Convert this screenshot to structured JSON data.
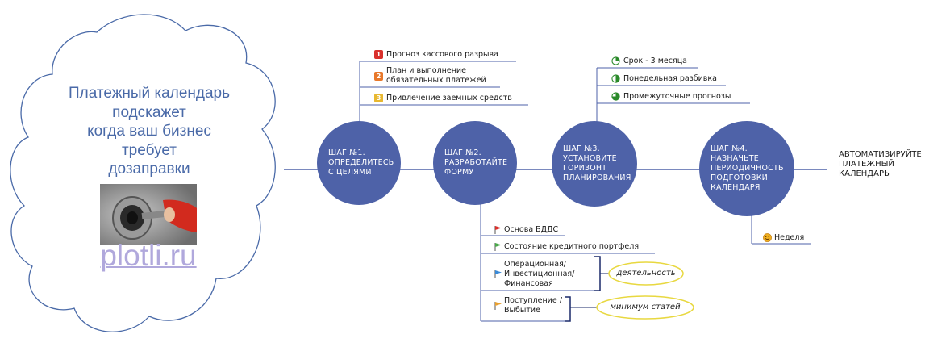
{
  "cloud": {
    "lines": [
      "Платежный календарь",
      "подскажет",
      "когда ваш бизнес",
      "требует",
      "дозаправки"
    ],
    "link": "plotli.ru"
  },
  "steps": [
    {
      "lines": [
        "ШАГ №1.",
        "ОПРЕДЕЛИТЕСЬ",
        "С ЦЕЛЯМИ"
      ]
    },
    {
      "lines": [
        "ШАГ №2.",
        "РАЗРАБОТАЙТЕ",
        "ФОРМУ"
      ]
    },
    {
      "lines": [
        "ШАГ №3.",
        "УСТАНОВИТЕ",
        "ГОРИЗОНТ",
        "ПЛАНИРОВАНИЯ"
      ]
    },
    {
      "lines": [
        "ШАГ №4.",
        "НАЗНАЧЬТЕ",
        "ПЕРИОДИЧНОСТЬ",
        "ПОДГОТОВКИ",
        "КАЛЕНДАРЯ"
      ]
    }
  ],
  "final": [
    "АВТОМАТИЗИРУЙТЕ",
    "ПЛАТЕЖНЫЙ",
    "КАЛЕНДАРЬ"
  ],
  "step1_goals": [
    {
      "num": "1",
      "color": "#d9302c",
      "text": "Прогноз кассового разрыва"
    },
    {
      "num": "2",
      "color": "#e8782a",
      "lines": [
        "План и выполнение",
        "обязательных платежей"
      ]
    },
    {
      "num": "3",
      "color": "#e8b830",
      "text": "Привлечение заемных средств"
    }
  ],
  "step2_form": [
    {
      "flag": "#d9302c",
      "text": "Основа БДДС"
    },
    {
      "flag": "#4aa84a",
      "text": "Состояние кредитного портфеля"
    },
    {
      "flag": "#3a8ad8",
      "lines": [
        "Операционная/",
        "Инвестиционная/",
        "Финансовая"
      ]
    },
    {
      "flag": "#e8a030",
      "lines": [
        "Поступление /",
        "Выбытие"
      ]
    }
  ],
  "callouts": {
    "activity": "деятельность",
    "min_items": "минимум статей"
  },
  "step3_horizon": [
    "Срок - 3 месяца",
    "Понедельная разбивка",
    "Промежуточные прогнозы"
  ],
  "step4_period": "Неделя",
  "colors": {
    "circle": "#4e62a8",
    "line": "#4e62a8",
    "cloud_stroke": "#4a6aa8",
    "oval": "#e8d840"
  }
}
